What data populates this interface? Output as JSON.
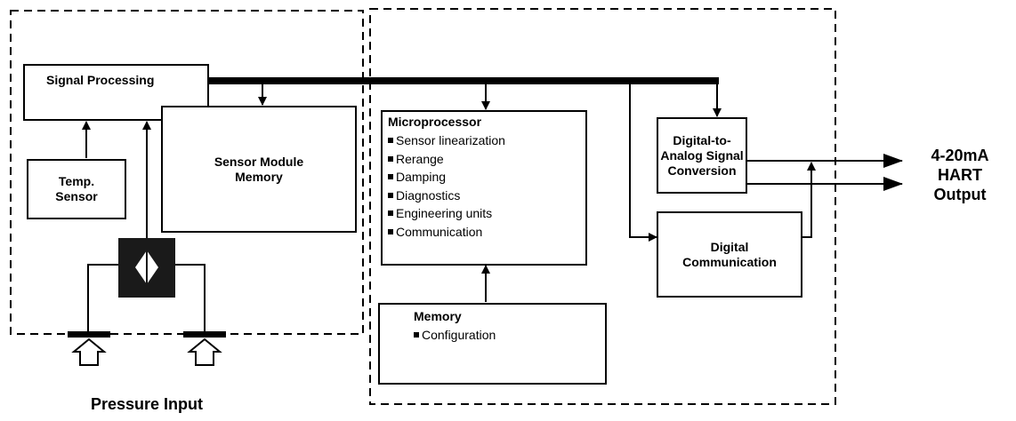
{
  "signal_processing": "Signal Processing",
  "temp_sensor": [
    "Temp.",
    "Sensor"
  ],
  "sensor_module_memory": [
    "Sensor Module",
    "Memory"
  ],
  "microprocessor": {
    "title": "Microprocessor",
    "items": [
      "Sensor linearization",
      "Rerange",
      "Damping",
      "Diagnostics",
      "Engineering units",
      "Communication"
    ]
  },
  "memory": {
    "title": "Memory",
    "items": [
      "Configuration"
    ]
  },
  "dac": [
    "Digital-to-",
    "Analog Signal",
    "Conversion"
  ],
  "digital_communication": [
    "Digital",
    "Communication"
  ],
  "output_label": [
    "4-20mA",
    "HART",
    "Output"
  ],
  "input_label": "Pressure Input"
}
